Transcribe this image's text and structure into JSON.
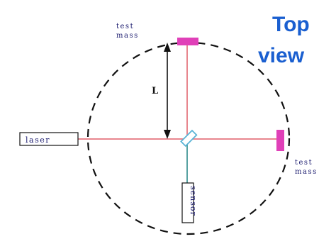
{
  "title": {
    "line1": "Top",
    "line2": "view"
  },
  "labels": {
    "test_mass_top_line1": "test",
    "test_mass_top_line2": "mass",
    "test_mass_right_line1": "test",
    "test_mass_right_line2": "mass",
    "laser": "laser",
    "sensor": "sensor",
    "arm_length": "L"
  },
  "colors": {
    "beam": "#e8868e",
    "mass": "#e040b8",
    "splitter": "#5ab4d6",
    "title": "#1a5fd0",
    "outline": "#111111",
    "label_text": "#1a1a6e"
  }
}
